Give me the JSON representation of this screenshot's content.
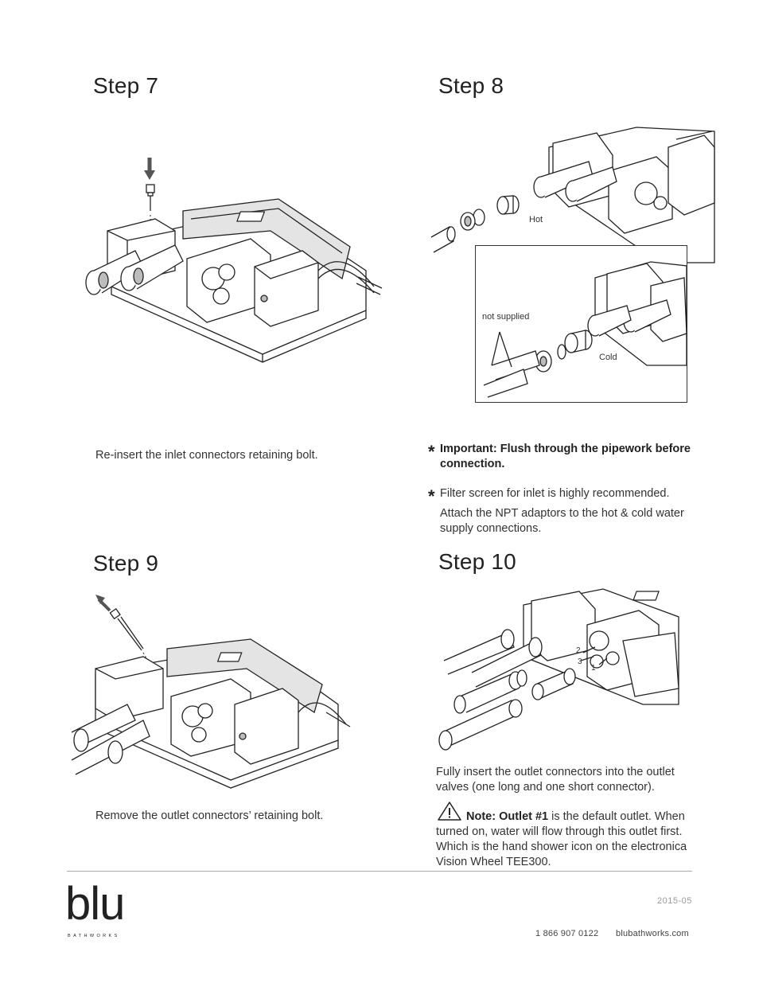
{
  "steps": {
    "step7": {
      "title": "Step 7",
      "text": "Re-insert the inlet connectors retaining bolt."
    },
    "step8": {
      "title": "Step 8",
      "label_hot": "Hot",
      "label_cold": "Cold",
      "label_not_supplied": "not supplied",
      "note1_bold": "Important: Flush through the pipework before connection.",
      "note2": "Filter screen for inlet is highly recommended.",
      "note3": "Attach the NPT adaptors to the hot & cold water supply connections."
    },
    "step9": {
      "title": "Step 9",
      "text": "Remove the outlet connectors’ retaining bolt."
    },
    "step10": {
      "title": "Step 10",
      "outlet_numbers": [
        "2",
        "3",
        "1"
      ],
      "text": "Fully insert the outlet connectors into the outlet valves (one long and one short connector).",
      "note_bold": "Note: Outlet #1",
      "note_rest": " is the default outlet. When turned on, water will flow through this outlet first. Which is the hand shower icon on the electronica Vision Wheel TEE300."
    }
  },
  "bullets": {
    "asterisk": "*"
  },
  "footer": {
    "logo_text": "blu",
    "logo_sub": "BATHWORKS",
    "date": "2015-05",
    "phone": "1 866 907 0122",
    "website": "blubathworks.com"
  },
  "icons": {
    "warning": "warning-triangle-icon",
    "arrow": "arrow-icon"
  }
}
